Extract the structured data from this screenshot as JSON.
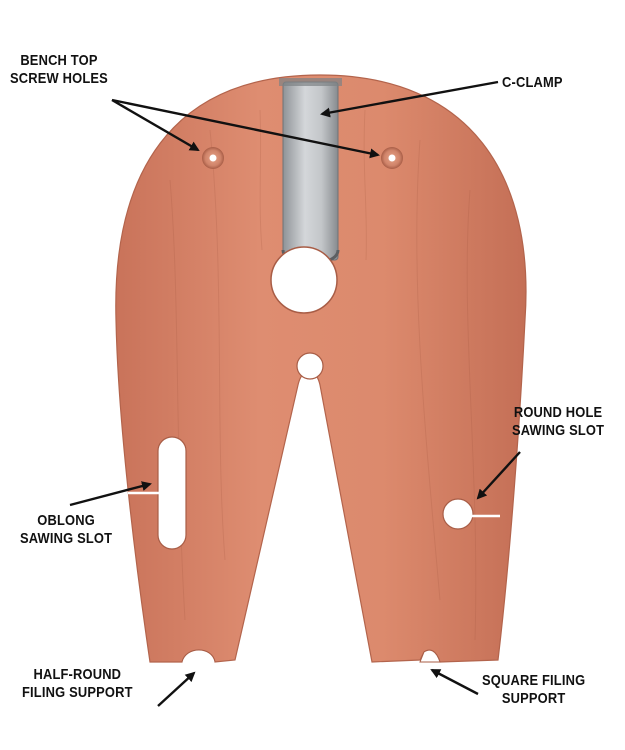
{
  "labels": {
    "bench_top_screw_holes": {
      "line1": "BENCH TOP",
      "line2": "SCREW HOLES"
    },
    "c_clamp": {
      "line1": "C-CLAMP"
    },
    "round_hole_sawing_slot": {
      "line1": "ROUND HOLE",
      "line2": "SAWING SLOT"
    },
    "oblong_sawing_slot": {
      "line1": "OBLONG",
      "line2": "SAWING SLOT"
    },
    "half_round_filing_support": {
      "line1": "HALF-ROUND",
      "line2": "FILING SUPPORT"
    },
    "square_filing_support": {
      "line1": "SQUARE FILING",
      "line2": "SUPPORT"
    }
  },
  "colors": {
    "wood": "#d9866a",
    "wood_dark": "#c06e54",
    "clamp_metal": "#b9bcc0",
    "text": "#111111"
  }
}
